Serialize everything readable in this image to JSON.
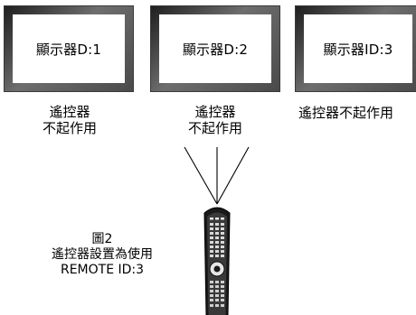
{
  "monitors": [
    {
      "label": "顯示器D:1"
    },
    {
      "label": "顯示器D:2"
    },
    {
      "label": "顯示器ID:3"
    }
  ],
  "captions": {
    "monitor1": [
      "遙控器",
      "不起作用"
    ],
    "monitor2": [
      "遙控器",
      "不起作用"
    ],
    "monitor3": "遙控器不起作用"
  },
  "figure": {
    "number": "圖2",
    "line1": "遙控器設置為使用",
    "line2": "REMOTE ID:3"
  }
}
